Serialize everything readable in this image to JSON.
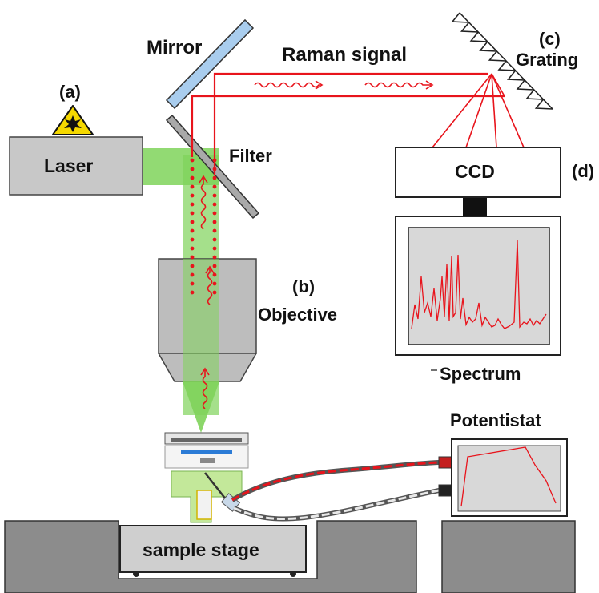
{
  "labels": {
    "mirror": "Mirror",
    "raman_signal": "Raman signal",
    "grating_tag": "(c)",
    "grating": "Grating",
    "laser_tag": "(a)",
    "laser": "Laser",
    "filter": "Filter",
    "ccd": "CCD",
    "ccd_tag": "(d)",
    "objective_tag": "(b)",
    "objective": "Objective",
    "spectrum": "Spectrum",
    "potentiostat": "Potentistat",
    "sample_stage": "sample stage"
  },
  "colors": {
    "laser_beam": "#7fd35a",
    "raman_beam": "#e8141c",
    "device_gray": "#c8c8c8",
    "floor_gray": "#8c8c8c",
    "mirror_blue": "#a9cdee",
    "warning_yellow": "#f5d800"
  },
  "icons": {
    "laser_warning": "laser-warning-icon"
  }
}
